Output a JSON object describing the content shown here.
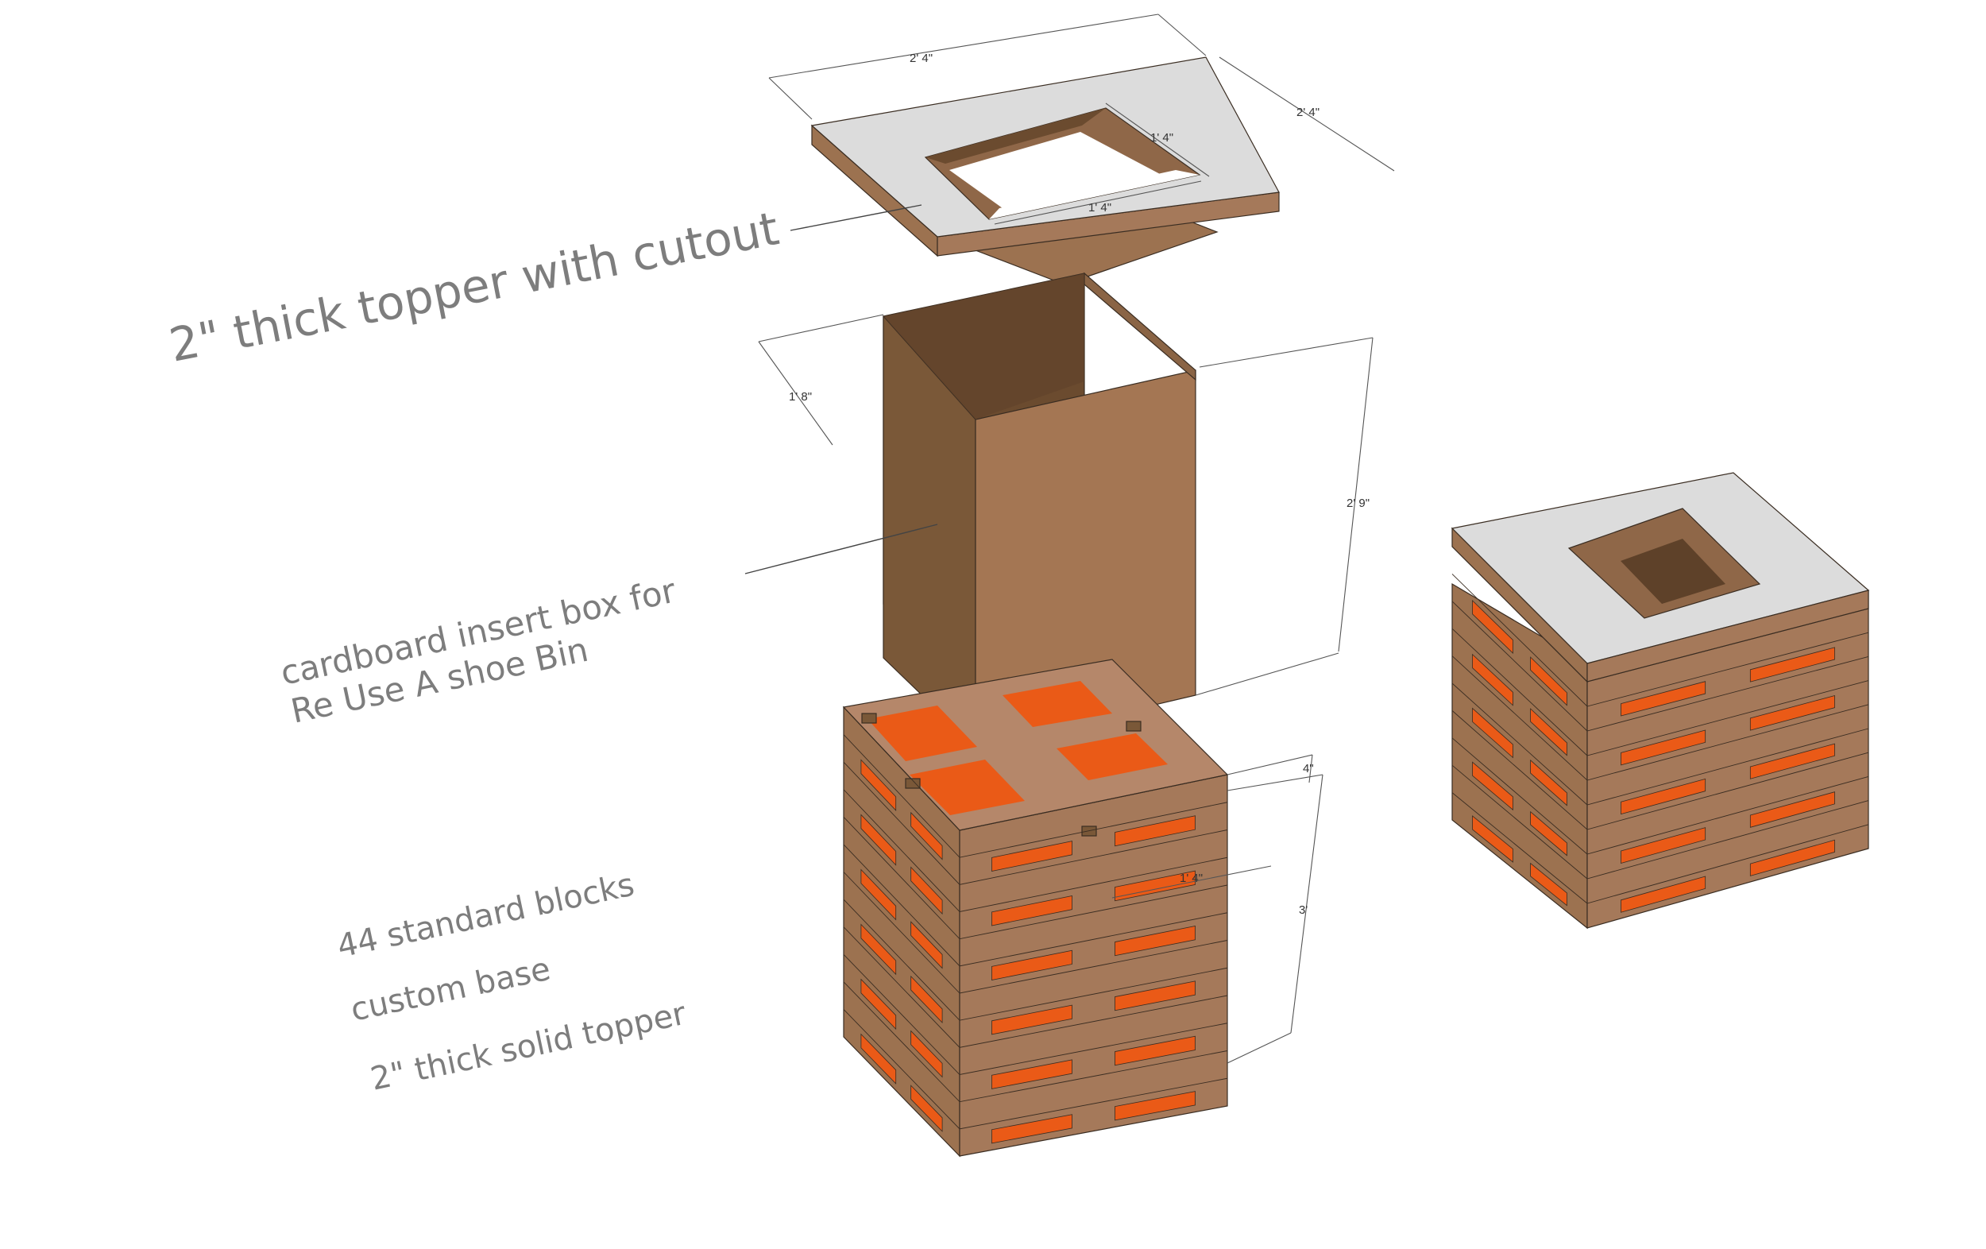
{
  "colors": {
    "wood_top": "#b5876a",
    "wood_left": "#9c7250",
    "wood_right": "#a5795a",
    "orange": "#ea5a17",
    "topper": "#dcdcdc",
    "cardboard_front": "#a47653",
    "cardboard_side": "#7a5838",
    "cardboard_inner": "#6b4b2f",
    "text": "#7d7d7d"
  },
  "callouts": {
    "topper_cutout": "2\" thick topper with cutout",
    "insert_line1": "cardboard insert box for",
    "insert_line2": "Re Use A shoe Bin",
    "blocks": "44 standard blocks",
    "base": "custom base",
    "solid_topper": "2\" thick solid topper"
  },
  "dimensions": {
    "topper_left_width": "2' 4\"",
    "topper_right_width": "2' 4\"",
    "cutout_depth": "1' 4\"",
    "cutout_width": "1' 4\"",
    "box_depth": "1' 8\"",
    "box_height": "2' 9\"",
    "block_thickness": "4\"",
    "block_inner": "1' 4\"",
    "stack_height": "3'"
  }
}
